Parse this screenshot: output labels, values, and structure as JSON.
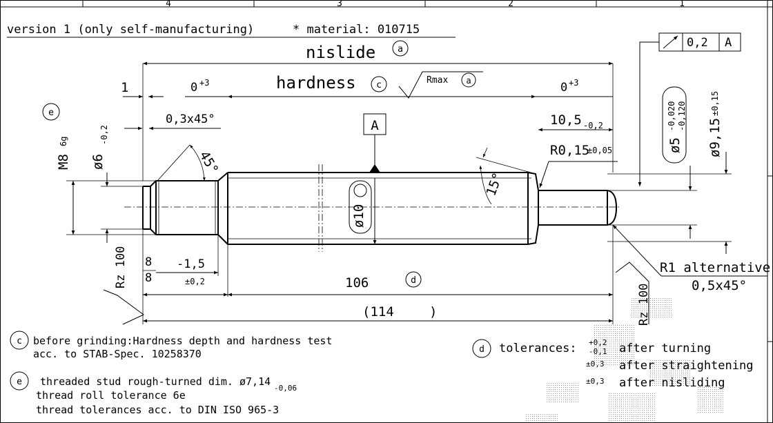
{
  "zones": [
    "4",
    "3",
    "2",
    "1"
  ],
  "header": {
    "version_note": "version 1 (only self-manufacturing)",
    "material_note": "* material: 010715"
  },
  "labels": {
    "nislide": "nislide",
    "hardness": "hardness",
    "rmax": "Rmax",
    "datum_a": "A",
    "circle_a": "a",
    "circle_c": "c",
    "circle_d": "d",
    "circle_e": "e",
    "runout_value": "0,2",
    "runout_datum": "A"
  },
  "dimensions": {
    "d1": "1",
    "tol_left": "0",
    "tol_left_sup": "+3",
    "tol_right": "0",
    "tol_right_sup": "+3",
    "chamfer_left": "0,3x45°",
    "angle_45": "45°",
    "len_10_5": "10,5",
    "len_10_5_tol": "-0,2",
    "radius_r015": "R0,15",
    "radius_r015_tol": "±0,05",
    "angle_15": "15°",
    "dia_10": "ø10",
    "dia_5": "ø5",
    "dia_5_tol_upper": "-0,020",
    "dia_5_tol_lower": "-0,120",
    "dia_915": "ø9,15",
    "dia_915_tol": "±0,15",
    "thread_m8": "M8",
    "thread_class": "6g",
    "dia_6": "ø6",
    "dia_6_tol": "-0,2",
    "rz_left": "Rz 100",
    "rz_right": "Rz 100",
    "len_8_top": "8",
    "len_8_bottom": "8",
    "len_1_5": "-1,5",
    "len_1_5_tol": "±0,2",
    "len_106": "106",
    "len_114_open": "(114",
    "len_114_close": ")",
    "r1_alt": "R1 alternative",
    "chamfer_right": "0,5x45°"
  },
  "notes": {
    "c_line1": "before grinding:Hardness depth and hardness test",
    "c_line2": "acc. to STAB-Spec. 10258370",
    "e_line1": "threaded stud rough-turned dim. ø7,14",
    "e_line1_tol": "-0,06",
    "e_line2": "thread roll tolerance 6e",
    "e_line3": "thread tolerances acc. to DIN ISO 965-3",
    "d_label": "tolerances:",
    "d_tol1_upper": "+0,2",
    "d_tol1_lower": "-0,1",
    "d_tol2": "±0,3",
    "d_tol3": "±0,3",
    "d_row1": "after turning",
    "d_row2": "after straightening",
    "d_row3": "after nisliding"
  }
}
